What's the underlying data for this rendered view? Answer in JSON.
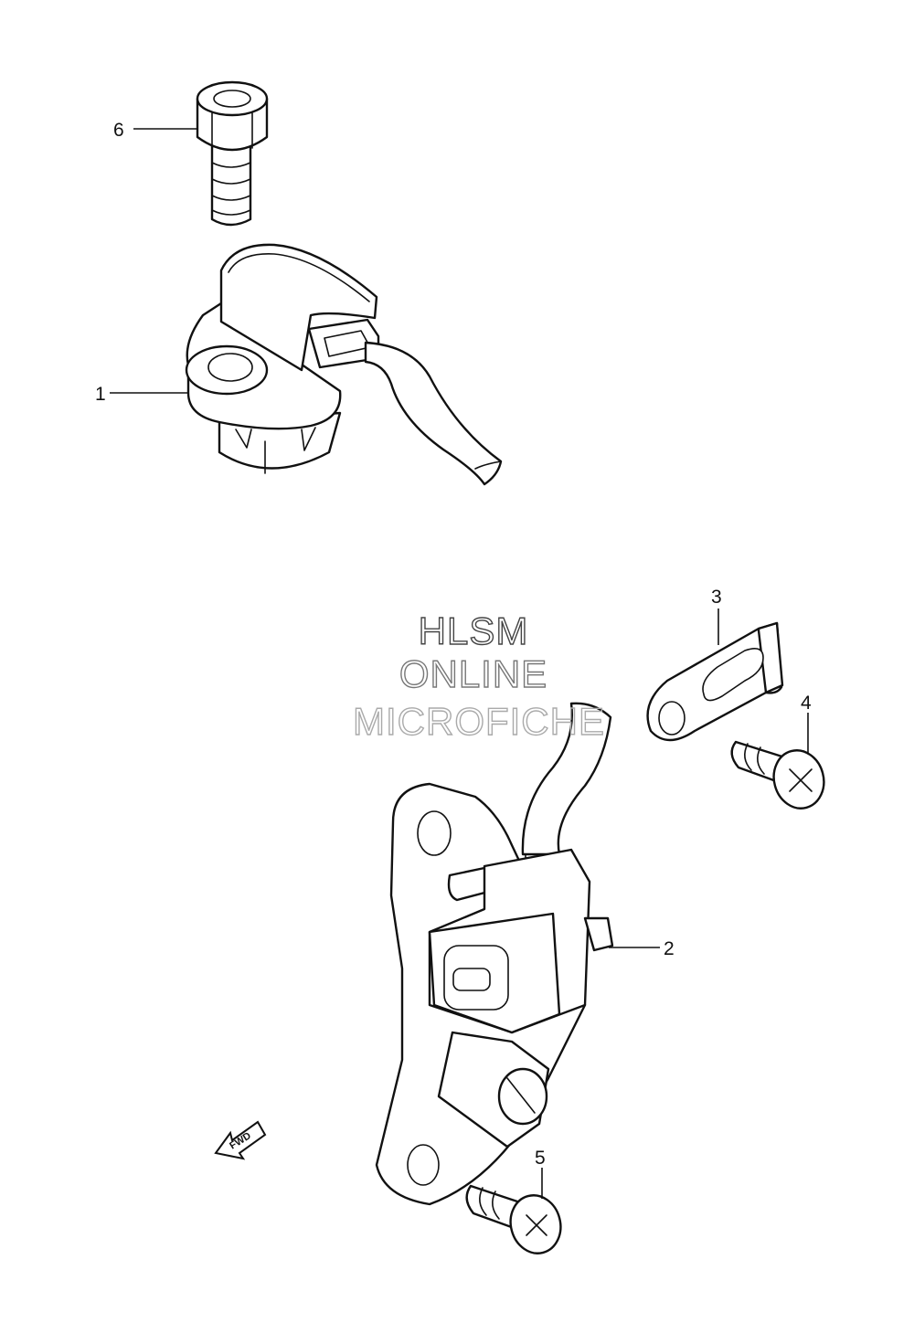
{
  "diagram": {
    "callouts": [
      {
        "id": "6",
        "label": "6"
      },
      {
        "id": "1",
        "label": "1"
      },
      {
        "id": "3",
        "label": "3"
      },
      {
        "id": "4",
        "label": "4"
      },
      {
        "id": "2",
        "label": "2"
      },
      {
        "id": "5",
        "label": "5"
      }
    ],
    "watermark": {
      "line1": "HLSM",
      "line2": "ONLINE",
      "line3": "MICROFICHE",
      "colors": [
        "#444444",
        "#777777",
        "#aaaaaa"
      ]
    },
    "fwd_label": "FWD"
  }
}
